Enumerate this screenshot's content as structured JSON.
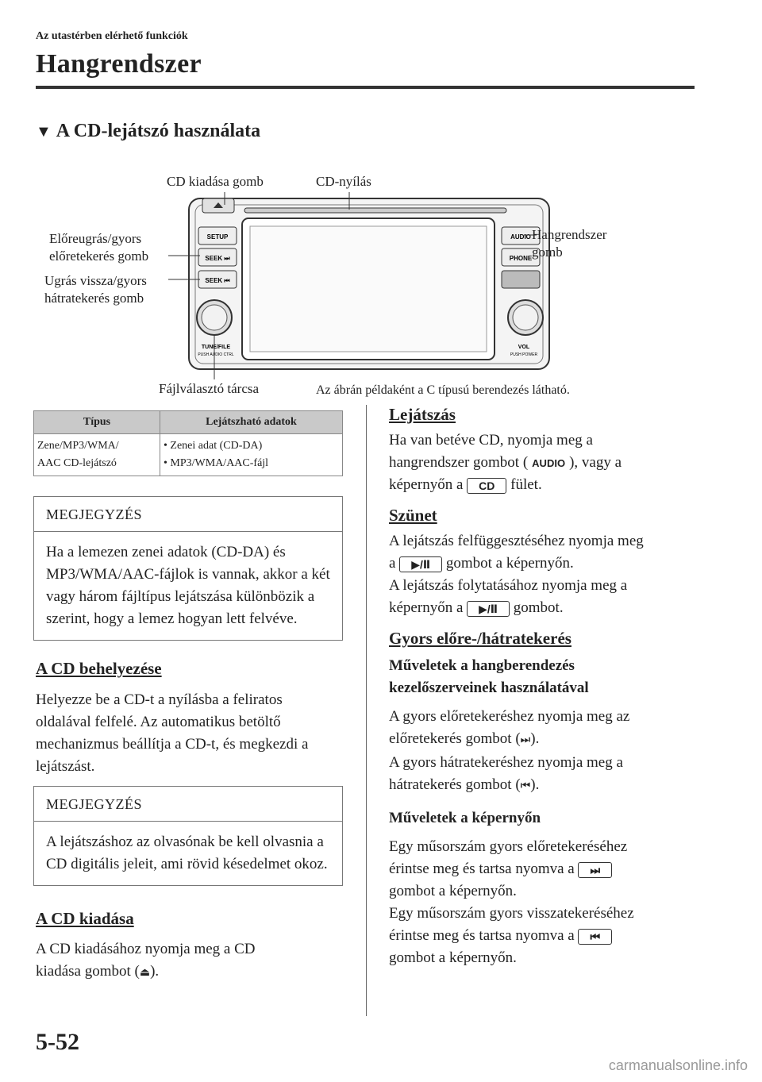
{
  "header": {
    "chapter": "Az utastérben elérhető funkciók",
    "title": "Hangrendszer"
  },
  "section": {
    "title": "A CD-lejátszó használata"
  },
  "figure": {
    "labels": {
      "eject": "CD kiadása gomb",
      "slot": "CD-nyílás",
      "seek_up_1": "Előreugrás/gyors",
      "seek_up_2": "előretekerés gomb",
      "seek_down_1": "Ugrás vissza/gyors",
      "seek_down_2": "hátratekerés gomb",
      "audio_1": "Hangrendszer",
      "audio_2": "gomb",
      "dial": "Fájlválasztó tárcsa",
      "caption": "Az ábrán példaként a C típusú berendezés látható."
    },
    "unit_buttons": {
      "setup": "SETUP",
      "seek_up": "SEEK ⏭",
      "seek_down": "SEEK ⏮",
      "audio": "AUDIO",
      "phone": "PHONE",
      "tune": "TUNE/FILE",
      "tune_sub": "PUSH AUDIO CTRL",
      "vol": "VOL",
      "vol_sub": "PUSH POWER"
    }
  },
  "table": {
    "headers": [
      "Típus",
      "Lejátszható adatok"
    ],
    "row": {
      "type_1": "Zene/MP3/WMA/",
      "type_2": "AAC CD-lejátszó",
      "data_1": "• Zenei adat (CD-DA)",
      "data_2": "• MP3/WMA/AAC-fájl"
    }
  },
  "note1": {
    "heading": "MEGJEGYZÉS",
    "body": "Ha a lemezen zenei adatok (CD-DA) és MP3/WMA/AAC-fájlok is vannak, akkor a két vagy három fájltípus lejátszása különbözik a szerint, hogy a lemez hogyan lett felvéve."
  },
  "insert": {
    "title": "A CD behelyezése",
    "text": "Helyezze be a CD-t a nyílásba a feliratos oldalával felfelé. Az automatikus betöltő mechanizmus beállítja a CD-t, és megkezdi a lejátszást."
  },
  "note2": {
    "heading": "MEGJEGYZÉS",
    "body": "A lejátszáshoz az olvasónak be kell olvasnia a CD digitális jeleit, ami rövid késedelmet okoz."
  },
  "eject_sec": {
    "title": "A CD kiadása",
    "text_1": "A CD kiadásához nyomja meg a CD",
    "text_2": "kiadása gombot (",
    "text_3": ")."
  },
  "play": {
    "title": "Lejátszás",
    "l1": "Ha van betéve CD, nyomja meg a",
    "l2a": "hangrendszer gombot (",
    "l2_key": "AUDIO",
    "l2b": "), vagy a",
    "l3a": "képernyőn a",
    "l3_key": "CD",
    "l3b": "fület."
  },
  "pause": {
    "title": "Szünet",
    "l1": "A lejátszás felfüggesztéséhez nyomja meg",
    "l2a": "a",
    "l2b": "gombot a képernyőn.",
    "l3": "A lejátszás folytatásához nyomja meg a",
    "l4a": "képernyőn a",
    "l4b": "gombot.",
    "key": "▶/Ⅱ"
  },
  "ff": {
    "title": "Gyors előre-/hátratekerés",
    "sub1_1": "Műveletek a hangberendezés",
    "sub1_2": "kezelőszerveinek használatával",
    "p1": "A gyors előretekeréshez nyomja meg az",
    "p2a": "előretekerés gombot (",
    "p2b": ").",
    "p3": "A gyors hátratekeréshez nyomja meg a",
    "p4a": "hátratekerés gombot (",
    "p4b": ").",
    "sub2": "Műveletek a képernyőn",
    "q1": "Egy műsorszám gyors előretekeréséhez",
    "q2": "érintse meg és tartsa nyomva a",
    "q3": "gombot a képernyőn.",
    "q4": "Egy műsorszám gyors visszatekeréséhez",
    "q5": "érintse meg és tartsa nyomva a",
    "q6": "gombot a képernyőn.",
    "key_fwd": "⏭",
    "key_back": "⏮"
  },
  "footer": {
    "page": "5-52",
    "watermark": "carmanualsonline.info"
  }
}
